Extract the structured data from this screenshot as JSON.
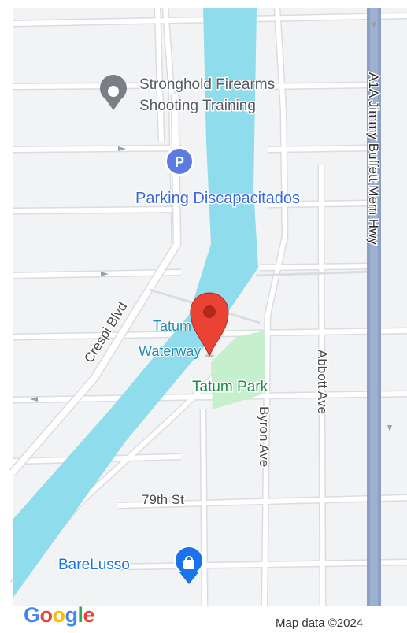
{
  "map": {
    "colors": {
      "land": "#f1f3f4",
      "road": "#ffffff",
      "road_outline": "#dadce0",
      "water": "#8fdcec",
      "water_label": "#1e8fb0",
      "park": "#c6efce",
      "park_label": "#1f8a4c",
      "highway": "#8ca0c4",
      "road_label": "#4a4a4a",
      "poi_blue": "#1a73e8",
      "pin_red": "#ea4335"
    },
    "labels": {
      "stronghold_line1": "Stronghold Firearms",
      "stronghold_line2": "Shooting Training",
      "parking": "Parking Discapacitados",
      "parking_icon_letter": "P",
      "waterway_line1": "Tatum",
      "waterway_line2": "Waterway",
      "park": "Tatum Park",
      "crespi": "Crespi Blvd",
      "byron": "Byron Ave",
      "abbott": "Abbott Ave",
      "highway": "A1A Jimmy Buffett Mem Hwy",
      "st79": "79th St",
      "barelusso": "BareLusso"
    },
    "icons": {
      "stronghold": "poi-ring-icon",
      "parking": "parking-icon",
      "barelusso": "shopping-bag-icon",
      "pin": "location-pin-icon"
    },
    "attribution": {
      "logo": "Google",
      "copyright": "Map data ©2024"
    }
  }
}
